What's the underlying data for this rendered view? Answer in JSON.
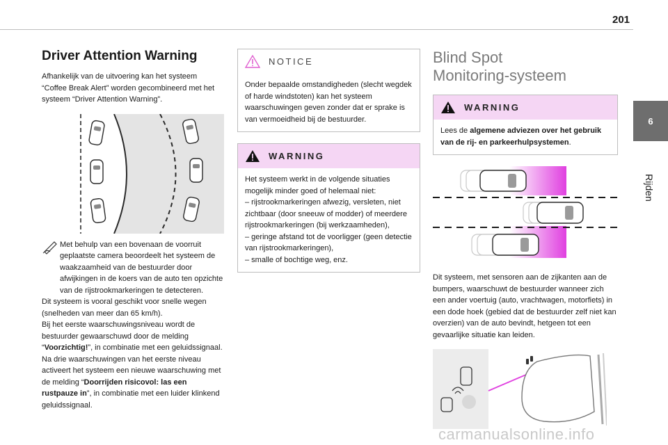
{
  "page": {
    "number": "201"
  },
  "side_tab": {
    "chapter": "6",
    "label": "Rijden"
  },
  "watermark": "carmanualsonline.info",
  "col1": {
    "title": "Driver Attention Warning",
    "intro": "Afhankelijk van de uitvoering kan het systeem “Coffee Break Alert” worden gecombineerd met het systeem “Driver Attention Warning”.",
    "note_p1": "Met behulp van een bovenaan de voorruit geplaatste camera beoordeelt het systeem de waakzaamheid van de bestuurder door afwijkingen in de koers van de auto ten opzichte van de rijstrookmarkeringen te detecteren.",
    "note_p2": "Dit systeem is vooral geschikt voor snelle wegen (snelheden van meer dan 65 km/h).",
    "p3_a": "Bij het eerste waarschuwingsniveau wordt de bestuurder gewaarschuwd door de melding “",
    "p3_b": "Voorzichtig!",
    "p3_c": "”, in combinatie met een geluidssignaal.",
    "p4_a": "Na drie waarschuwingen van het eerste niveau activeert het systeem een nieuwe waarschuwing met de melding “",
    "p4_b": "Doorrijden risicovol: las een rustpauze in",
    "p4_c": "”, in combinatie met een luider klinkend geluidssignaal."
  },
  "col2": {
    "notice": {
      "heading": "NOTICE",
      "text": "Onder bepaalde omstandigheden (slecht wegdek of harde windstoten) kan het systeem waarschuwingen geven zonder dat er sprake is van vermoeidheid bij de bestuurder."
    },
    "warning": {
      "heading": "WARNING",
      "intro": "Het systeem werkt in de volgende situaties mogelijk minder goed of helemaal niet:",
      "items": [
        "– rijstrookmarkeringen afwezig, versleten, niet zichtbaar (door sneeuw of modder) of meerdere rijstrookmarkeringen (bij werkzaamheden),",
        "– geringe afstand tot de voorligger (geen detectie van rijstrookmarkeringen),",
        "– smalle of bochtige weg, enz."
      ]
    }
  },
  "col3": {
    "title_line1": "Blind Spot",
    "title_line2": "Monitoring-systeem",
    "warning": {
      "heading": "WARNING",
      "text_a": "Lees de ",
      "text_b": "algemene adviezen over het gebruik van de rij- en parkeerhulpsystemen",
      "text_c": "."
    },
    "body": "Dit systeem, met sensoren aan de zijkanten aan de bumpers, waarschuwt de bestuurder wanneer zich een ander voertuig (auto, vrachtwagen, motorfiets) in een dode hoek (gebied dat de bestuurder zelf niet kan overzien) van de auto bevindt, hetgeen tot een gevaarlijke situatie kan leiden."
  },
  "colors": {
    "warning_bg": "#f5d6f4",
    "accent_magenta": "#e040e0",
    "tab_grey": "#6e6e6e"
  },
  "icons": [
    "pen-icon",
    "notice-triangle-icon",
    "warning-triangle-icon"
  ]
}
